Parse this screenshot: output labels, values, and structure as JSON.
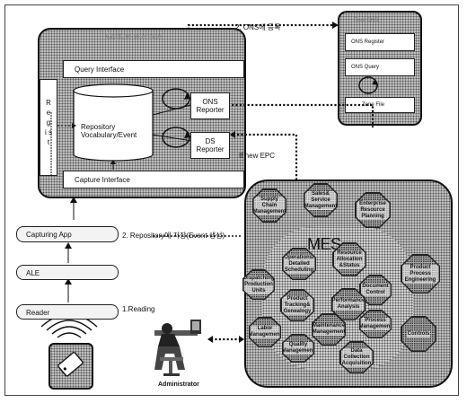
{
  "epcis": {
    "title": "Capture Interface",
    "query_interface": "Query Interface",
    "capture_interface": "Capture Interface",
    "regist": "R e g i s t",
    "repository": "Repository Vocabulary/Event",
    "ons_reporter": "ONS Reporter",
    "ds_reporter": "DS Reporter"
  },
  "ons": {
    "title": "Root ONS",
    "register": "ONS Register",
    "query": "ONS Query",
    "zone": "Zone File"
  },
  "labels": {
    "ons_register": "2. ONS에 등록",
    "if_new_epc": "If new EPC",
    "repository_save": "2. Repository에 저장(Event 생성)",
    "reading": "1.Reading",
    "administrator": "Administrator"
  },
  "left_stack": {
    "capturing_app": "Capturing App",
    "ale": "ALE",
    "reader": "Reader"
  },
  "mes": {
    "title": "MES",
    "outer": [
      "Supply Chain Management",
      "Sales& Service Management",
      "Enterprise Resource Planning",
      "Product Process Engineering",
      "Controls"
    ],
    "modules": [
      "Operations/ Detailed Scheduling",
      "Resource Allocation &Status",
      "Dispatching Production Units",
      "Document Control",
      "Product Tracking& Genealogy",
      "Performance Analysis",
      "Labor Management",
      "Maintenance Management",
      "Process Management",
      "Quality Management",
      "Data Collection Acquisition"
    ]
  }
}
